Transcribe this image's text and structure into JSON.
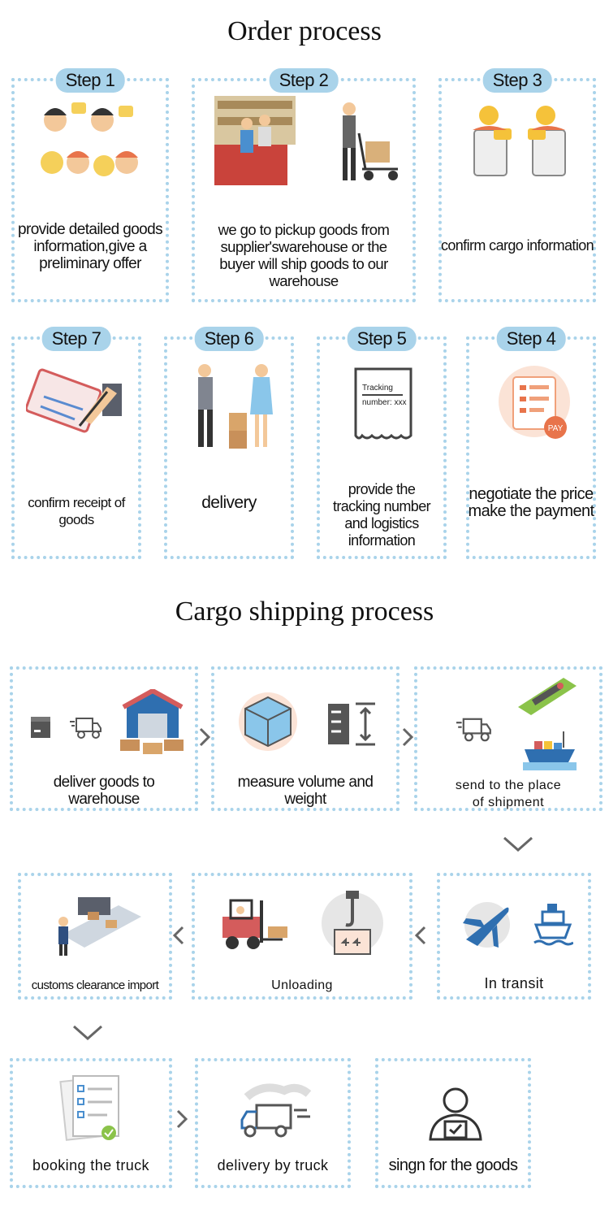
{
  "titles": {
    "order": "Order process",
    "cargo": "Cargo shipping process"
  },
  "order_steps": {
    "step1": {
      "label": "Step 1",
      "text": "provide detailed goods information,give a preliminary offer"
    },
    "step2": {
      "label": "Step 2",
      "text": "we go to pickup goods from supplier'swarehouse or the buyer will ship goods to our warehouse"
    },
    "step3": {
      "label": "Step 3",
      "text": "confirm cargo information"
    },
    "step4": {
      "label": "Step 4",
      "text": "negotiate the price make the payment"
    },
    "step5": {
      "label": "Step 5",
      "text": "provide the tracking number and logistics information"
    },
    "step6": {
      "label": "Step 6",
      "text": "delivery"
    },
    "step7": {
      "label": "Step 7",
      "text": "confirm receipt of goods"
    }
  },
  "receipt": {
    "line1": "Tracking",
    "line2": "number: xxx"
  },
  "pay_badge": "PAY",
  "cargo_steps": {
    "c1": "deliver goods to warehouse",
    "c2": "measure volume and weight",
    "c3": "send to the place of shipment",
    "c4": "In transit",
    "c5": "Unloading",
    "c6": "customs clearance import",
    "c7": "booking the truck",
    "c8": "delivery by truck",
    "c9": "singn for the goods"
  },
  "colors": {
    "dot_border": "#a9d3ea",
    "pill": "#a9d3ea",
    "arrow": "#666666",
    "accent_orange": "#e8744b",
    "accent_blue": "#2f6fb0"
  }
}
